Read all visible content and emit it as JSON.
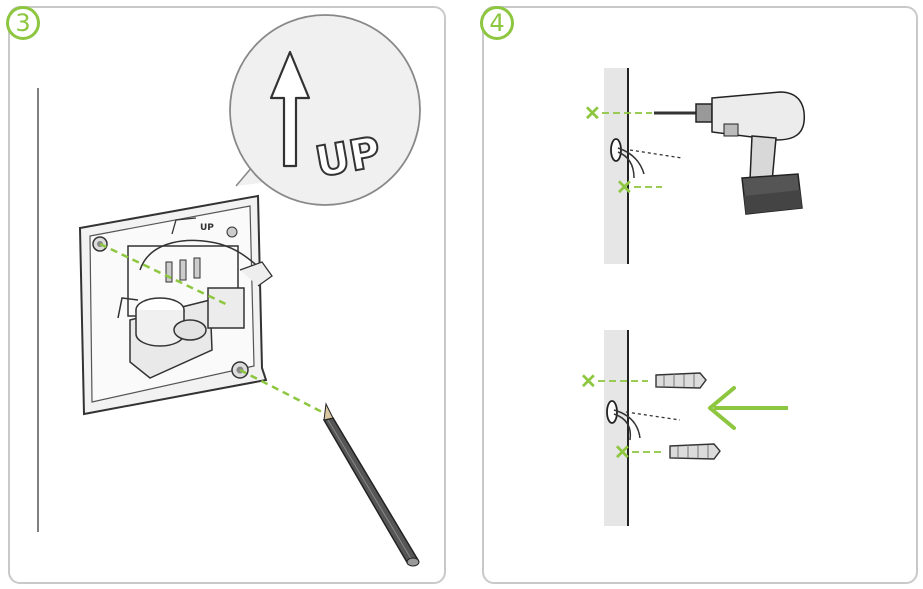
{
  "step3": {
    "number": "3",
    "callout_text": "UP",
    "plate_text": "UP"
  },
  "step4": {
    "number": "4"
  },
  "colors": {
    "accent": "#8dc63f",
    "line": "#333333",
    "border": "#c9c9c9",
    "wall": "#e6e6e6"
  }
}
